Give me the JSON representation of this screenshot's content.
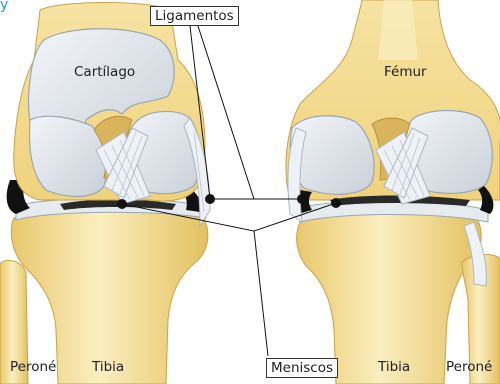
{
  "labels": {
    "ligamentos": "Ligamentos",
    "cartilago": "Cartílago",
    "femur": "Fémur",
    "meniscos": "Meniscos",
    "perone_left": "Peroné",
    "tibia_left": "Tibia",
    "tibia_right": "Tibia",
    "perone_right": "Peroné"
  },
  "colors": {
    "bone": "#f2d98a",
    "bone_light": "#f8e8b4",
    "bone_dark": "#d9b45a",
    "cartilage": "#dfe4ea",
    "cartilage_edge": "#9aa6b2",
    "ligament": "#eef2f6",
    "ligament_line": "#a9b6c4",
    "bone_outline": "#c9a24a",
    "leader": "#111111",
    "accent": "#1a9fd8"
  }
}
